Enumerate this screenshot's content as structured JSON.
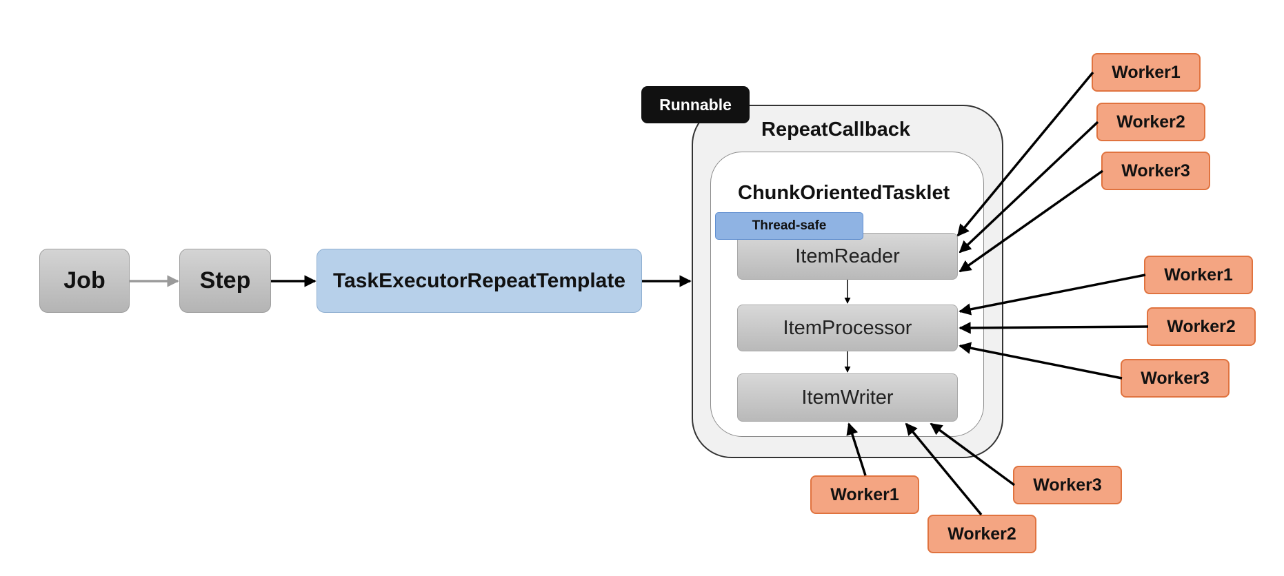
{
  "nodes": {
    "job": "Job",
    "step": "Step",
    "template": "TaskExecutorRepeatTemplate",
    "runnable": "Runnable",
    "repeat_callback": "RepeatCallback",
    "chunk_tasklet": "ChunkOrientedTasklet",
    "thread_safe": "Thread-safe",
    "item_reader": "ItemReader",
    "item_processor": "ItemProcessor",
    "item_writer": "ItemWriter"
  },
  "reader_workers": [
    "Worker1",
    "Worker2",
    "Worker3"
  ],
  "processor_workers": [
    "Worker1",
    "Worker2",
    "Worker3"
  ],
  "writer_workers": [
    "Worker1",
    "Worker2",
    "Worker3"
  ],
  "colors": {
    "gray_box": "#c4c4c4",
    "template_blue": "#b7d0ea",
    "worker_fill": "#f4a582",
    "worker_border": "#e0733f",
    "runnable_black": "#111111",
    "thread_safe_blue": "#8fb3e3"
  }
}
